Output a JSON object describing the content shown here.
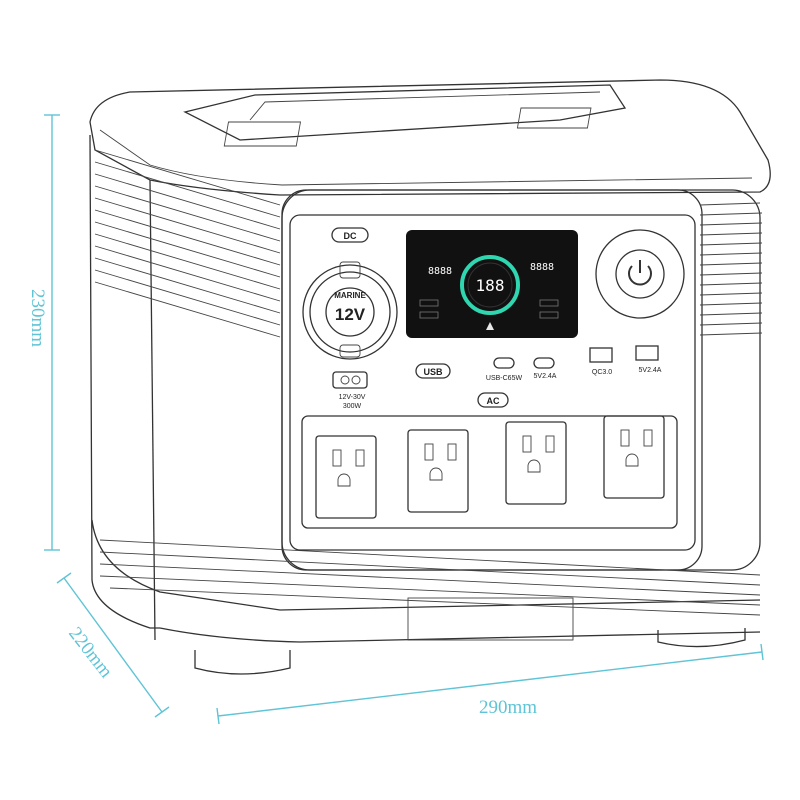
{
  "dimensions": {
    "height": "230mm",
    "depth": "220mm",
    "width": "290mm",
    "color": "#5fc4d6"
  },
  "panel": {
    "dc_label": "DC",
    "marine_label": "MARINE",
    "marine_voltage": "12V",
    "dc_input_label": "12V-30V",
    "dc_input_power": "300W",
    "usb_label": "USB",
    "ac_label": "AC",
    "display_digits": "188",
    "display_left": "8888",
    "display_right": "8888",
    "ports": [
      "USB-C65W",
      "5V2.4A",
      "QC3.0",
      "5V2.4A"
    ],
    "power_icon": "power-icon"
  }
}
